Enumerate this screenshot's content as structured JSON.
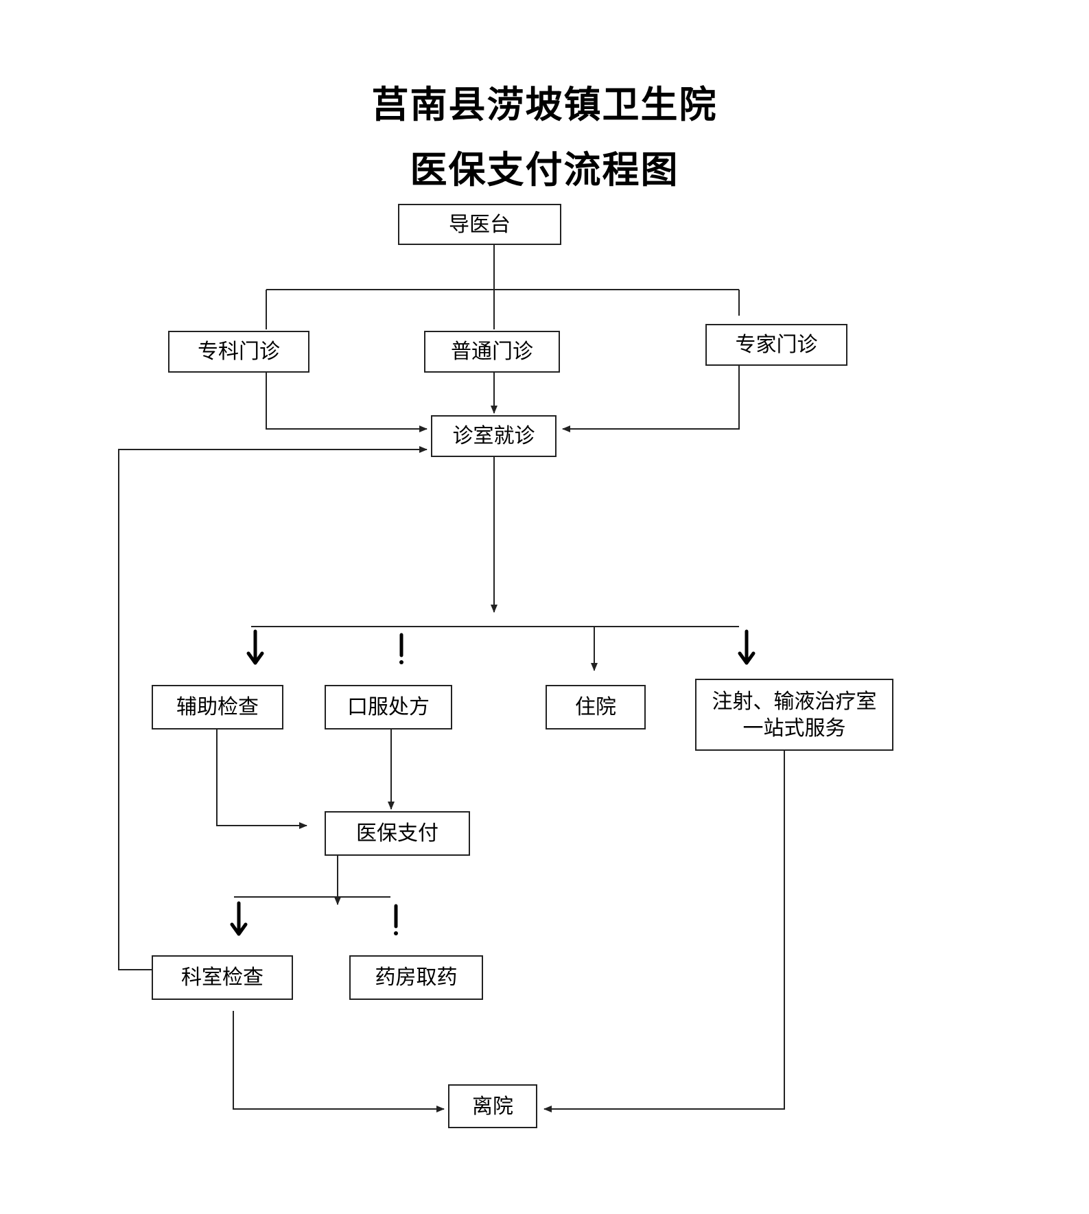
{
  "title": {
    "line1": "莒南县涝坡镇卫生院",
    "line2": "医保支付流程图"
  },
  "nodes": {
    "guide_desk": "导医台",
    "specialty_clinic": "专科门诊",
    "general_clinic": "普通门诊",
    "expert_clinic": "专家门诊",
    "consultation": "诊室就诊",
    "auxiliary_exam": "辅助检查",
    "oral_prescription": "口服处方",
    "hospitalization": "住院",
    "injection_service": "注射、输液治疗室\n一站式服务",
    "insurance_payment": "医保支付",
    "department_exam": "科室检查",
    "pharmacy": "药房取药",
    "discharge": "离院"
  },
  "colors": {
    "line": "#222222",
    "background": "#ffffff"
  }
}
